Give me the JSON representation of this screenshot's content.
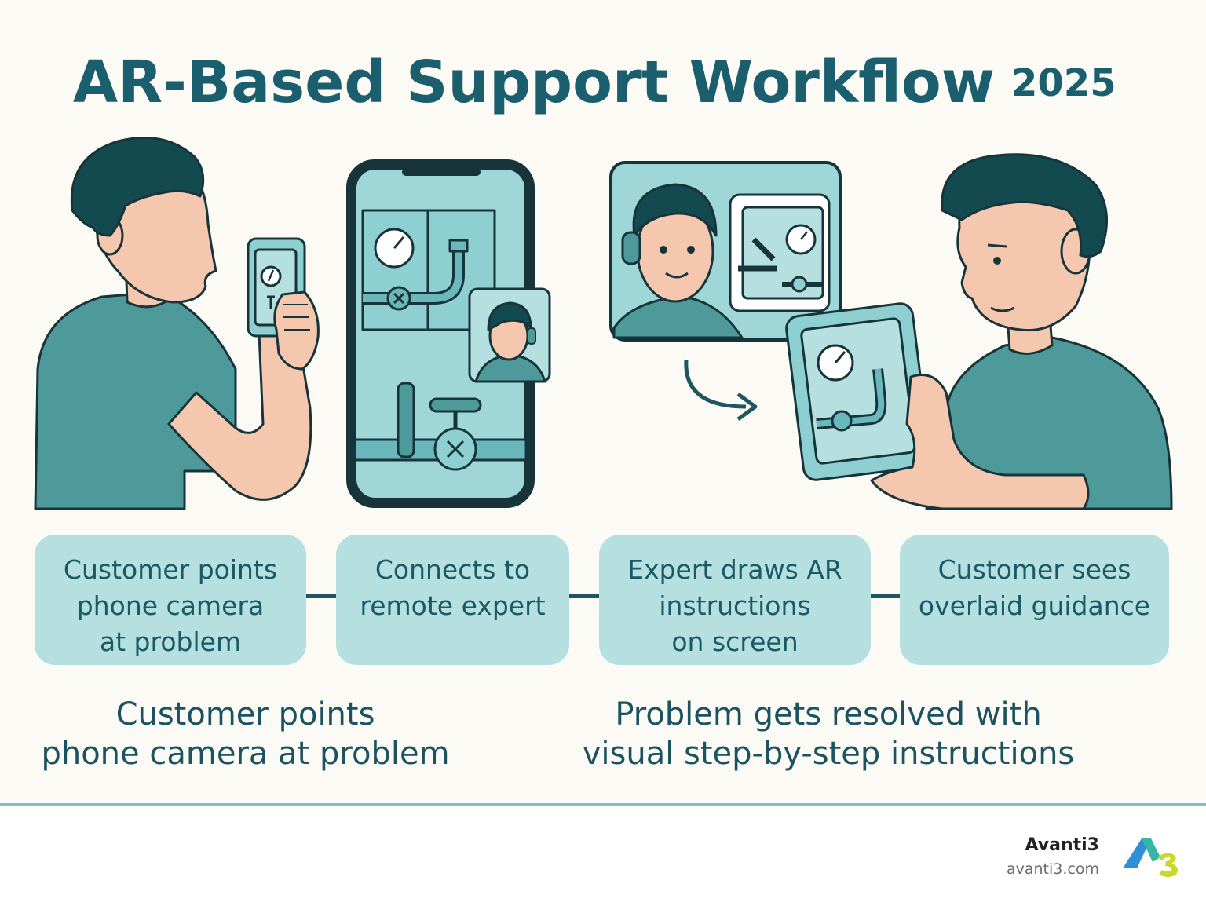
{
  "header": {
    "title": "AR-Based Support Workflow",
    "year": "2025"
  },
  "steps": [
    {
      "label": "Customer points\nphone camera\nat problem"
    },
    {
      "label": "Connects to\nremote expert"
    },
    {
      "label": "Expert draws AR\ninstructions\non screen"
    },
    {
      "label": "Customer sees\noverlaid guidance"
    }
  ],
  "captions": {
    "left": "Customer points\nphone camera at problem",
    "right": "Problem gets resolved with\nvisual step-by-step instructions"
  },
  "footer": {
    "brand_name": "Avanti3",
    "brand_url": "avanti3.com"
  },
  "colors": {
    "teal_dark": "#1b5e6e",
    "teal_light": "#b6dfe0",
    "shirt": "#4e9a9a",
    "skin": "#f4c7ae",
    "hair": "#134a50"
  }
}
